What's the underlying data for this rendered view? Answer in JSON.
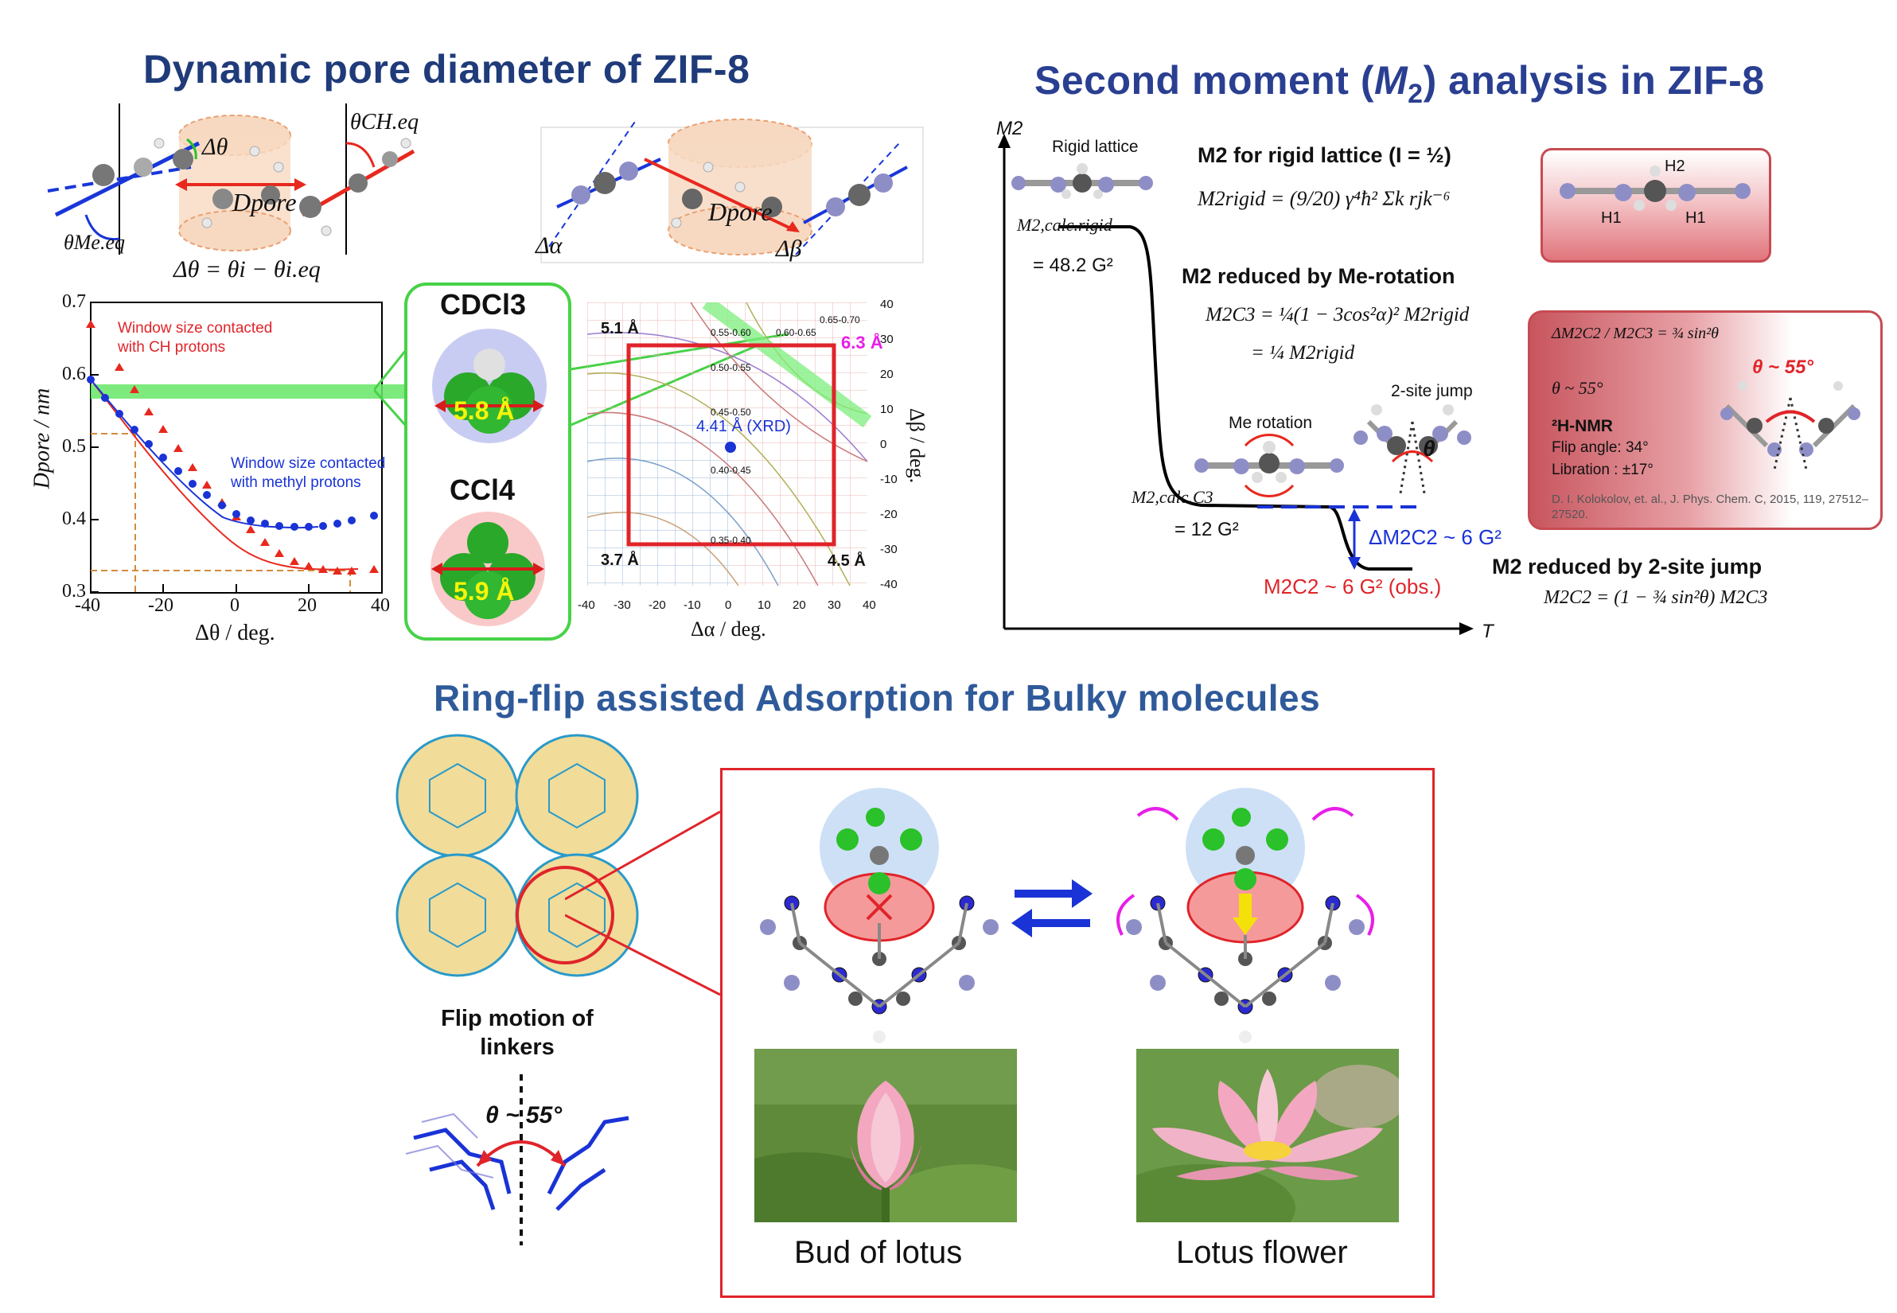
{
  "titles": {
    "pore": "Dynamic pore diameter of ZIF-8",
    "moment_pre": "Second moment (",
    "moment_italic": "M",
    "moment_sub": "2",
    "moment_post": ") analysis in ZIF-8",
    "ringflip": "Ring-flip assisted Adsorption for Bulky molecules"
  },
  "top_left": {
    "delta_theta": "Δθ",
    "theta_ch_eq": "θCH.eq",
    "d_pore": "Dpore",
    "theta_me_eq": "θMe.eq",
    "equation": "Δθ = θi − θi.eq",
    "delta_alpha": "Δα",
    "delta_beta": "Δβ",
    "d_pore_right": "Dpore"
  },
  "pore_plot": {
    "y_label": "Dpore / nm",
    "x_label": "Δθ / deg.",
    "legend_red_1": "Window size contacted",
    "legend_red_2": "with CH protons",
    "legend_blue_1": "Window size contacted",
    "legend_blue_2": "with methyl protons",
    "x_ticks": [
      "-40",
      "-20",
      "0",
      "20",
      "40"
    ],
    "y_ticks": [
      "0.7",
      "0.6",
      "0.5",
      "0.4",
      "0.3"
    ]
  },
  "molecules": {
    "cdcl3": "CDCl3",
    "cdcl3_size": "5.8 Å",
    "ccl4": "CCl4",
    "ccl4_size": "5.9 Å"
  },
  "contour": {
    "y_label": "Δβ / deg.",
    "x_label": "Δα / deg.",
    "x_ticks": [
      "-40",
      "-30",
      "-20",
      "-10",
      "0",
      "10",
      "20",
      "30",
      "40"
    ],
    "y_ticks": [
      "40",
      "30",
      "20",
      "10",
      "0",
      "-10",
      "-20",
      "-30",
      "-40"
    ],
    "corner_tl": "5.1 Å",
    "corner_tr": "6.3 Å",
    "corner_bl": "3.7 Å",
    "corner_br": "4.5 Å",
    "xrd": "4.41 Å (XRD)",
    "levels": [
      "0.65-0.70",
      "0.55-0.60",
      "0.60-0.65",
      "0.50-0.55",
      "0.45-0.50",
      "0.40-0.45",
      "0.35-0.40"
    ]
  },
  "m2": {
    "axis_y": "M2",
    "axis_x": "T",
    "rigid_lattice": "Rigid lattice",
    "rigid_value": "= 48.2 G²",
    "rigid_label": "M2,calc.rigid",
    "c3_label": "M2,calc.C3",
    "c3_value": "= 12 G²",
    "me_rotation": "Me rotation",
    "two_site_jump": "2-site jump",
    "theta": "θ",
    "delta_m2": "ΔM2C2 ~ 6 G²",
    "obs": "M2C2 ~ 6 G² (obs.)",
    "heading_rigid": "M2 for rigid lattice (I = ½)",
    "eq_rigid": "M2rigid = (9/20) γ⁴ħ² Σk rjk⁻⁶",
    "heading_me": "M2 reduced by Me-rotation",
    "eq_me_1": "M2C3 = ¼(1 − 3cos²α)² M2rigid",
    "eq_me_2": "= ¼ M2rigid",
    "heading_jump": "M2 reduced by 2-site jump",
    "eq_jump": "M2C2 = (1 − ¾ sin²θ) M2C3"
  },
  "hbox": {
    "h2": "H2",
    "h1a": "H1",
    "h1b": "H1"
  },
  "nmrbox": {
    "eq": "ΔM2C2 / M2C3 = ¾ sin²θ",
    "theta_approx": "θ ~ 55°",
    "theta_red": "θ ~ 55°",
    "nmr_title": "²H-NMR",
    "flip_angle": "Flip angle: 34°",
    "libration": "Libration : ±17°",
    "ref": "D. I. Kolokolov, et. al., J. Phys. Chem. C, 2015, 119, 27512–27520."
  },
  "bottom": {
    "flip_motion": "Flip motion of linkers",
    "theta_flip": "θ ~ 55°",
    "bud": "Bud of lotus",
    "flower": "Lotus flower"
  }
}
